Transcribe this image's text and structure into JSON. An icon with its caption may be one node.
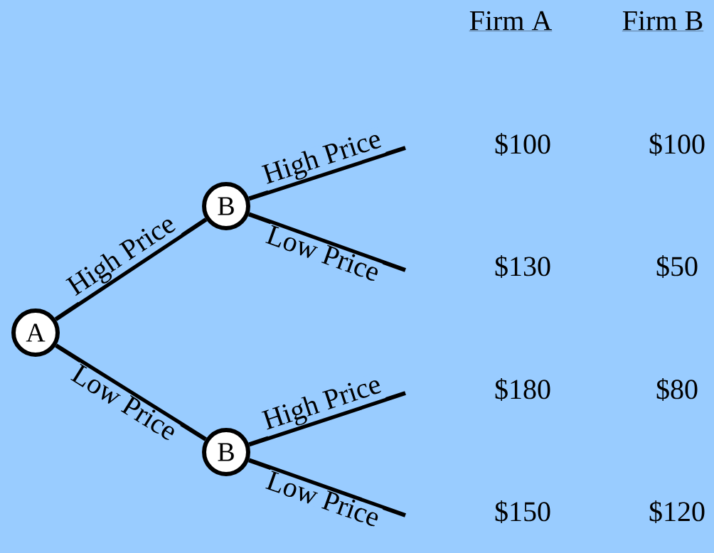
{
  "diagram": {
    "nodes": [
      {
        "text": [
          "A"
        ]
      },
      {
        "text": [
          "B"
        ]
      },
      {
        "text": [
          "B"
        ]
      }
    ],
    "edges": [
      {
        "from": 0,
        "to": 1,
        "arrow": "none",
        "label": "High Price"
      },
      {
        "from": 0,
        "to": 2,
        "arrow": "none",
        "label": "Low Price"
      },
      {
        "from": 1,
        "to": null,
        "arrow": "none",
        "label": "High Price"
      },
      {
        "from": 1,
        "to": null,
        "arrow": "none",
        "label": "Low Price"
      },
      {
        "from": 2,
        "to": null,
        "arrow": "none",
        "label": "High Price"
      },
      {
        "from": 2,
        "to": null,
        "arrow": "none",
        "label": "Low Price"
      }
    ],
    "labels": [
      "Firm A",
      "Firm B",
      "$100",
      "$100",
      "$130",
      "$50",
      "$180",
      "$80",
      "$150",
      "$120"
    ]
  }
}
